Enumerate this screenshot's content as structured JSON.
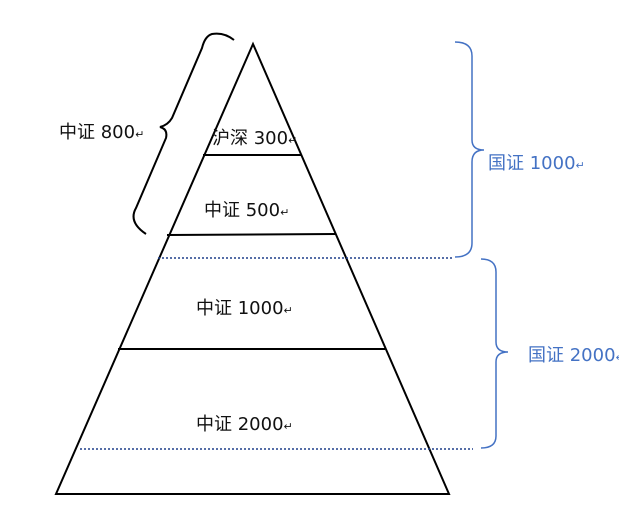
{
  "pyramid": {
    "tiers": [
      {
        "name": "沪深 300"
      },
      {
        "name": "中证 500"
      },
      {
        "name": "中证 1000"
      },
      {
        "name": "中证 2000"
      }
    ]
  },
  "left_bracket": {
    "label": "中证 800"
  },
  "right_brackets": [
    {
      "label": "国证 1000"
    },
    {
      "label": "国证 2000"
    }
  ],
  "colors": {
    "line": "#000000",
    "accent": "#4472c4",
    "dotted": "#1f3f8a"
  },
  "return_mark": "↵"
}
